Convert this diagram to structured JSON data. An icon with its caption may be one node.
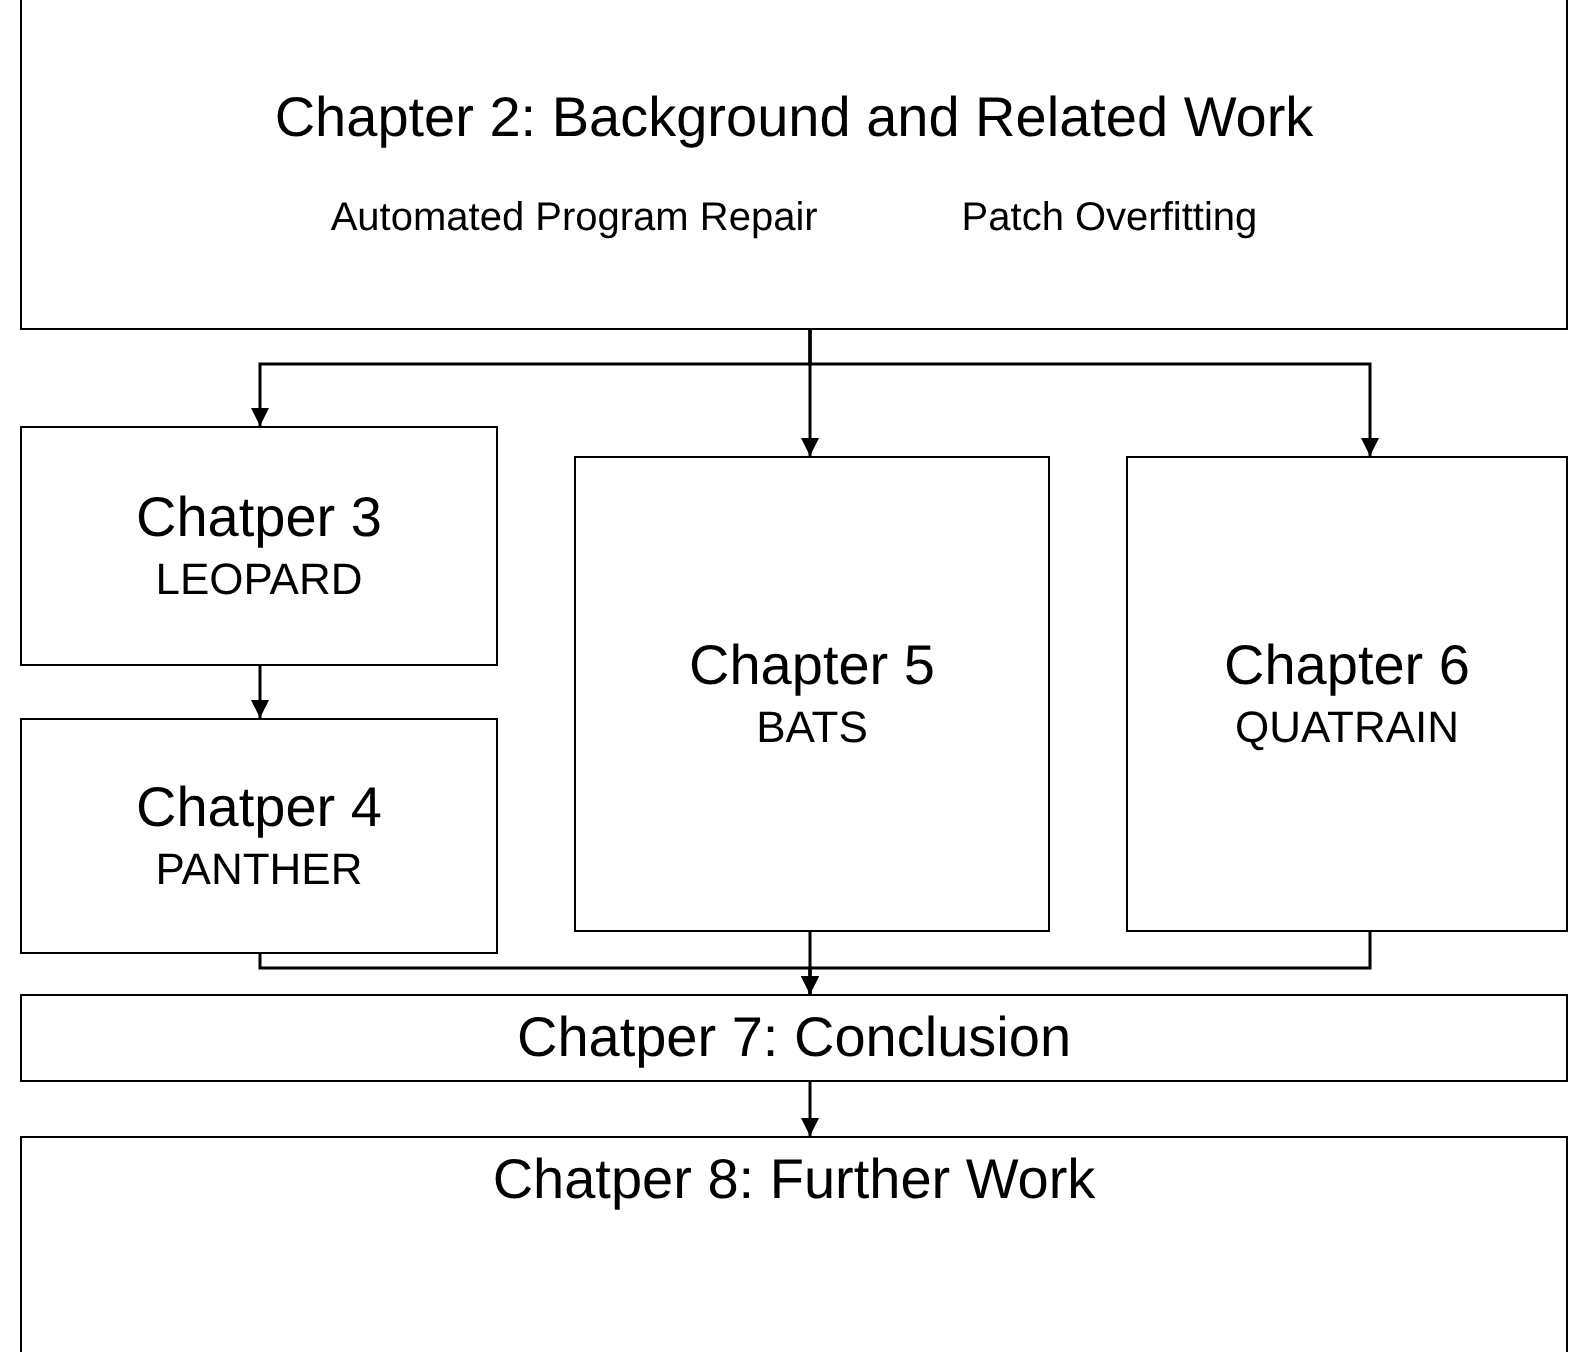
{
  "diagram": {
    "nodes": [
      {
        "text": [
          "Chapter 2: Background and Related Work",
          "Automated Program Repair",
          "Patch Overfitting"
        ]
      },
      {
        "text": [
          "Chatper 3",
          "LEOPARD"
        ]
      },
      {
        "text": [
          "Chatper 4",
          "PANTHER"
        ]
      },
      {
        "text": [
          "Chapter 5",
          "BATS"
        ]
      },
      {
        "text": [
          "Chapter 6",
          "QUATRAIN"
        ]
      },
      {
        "text": [
          "Chatper 7: Conclusion"
        ]
      },
      {
        "text": [
          "Chatper 8: Further Work"
        ]
      }
    ],
    "edges": [
      {
        "from": 0,
        "to": 1,
        "arrow": "to"
      },
      {
        "from": 0,
        "to": 3,
        "arrow": "to"
      },
      {
        "from": 0,
        "to": 4,
        "arrow": "to"
      },
      {
        "from": 1,
        "to": 2,
        "arrow": "to"
      },
      {
        "from": 2,
        "to": 5,
        "arrow": "to"
      },
      {
        "from": 3,
        "to": 5,
        "arrow": "to"
      },
      {
        "from": 4,
        "to": 5,
        "arrow": "to"
      },
      {
        "from": 5,
        "to": 6,
        "arrow": "to"
      }
    ]
  }
}
